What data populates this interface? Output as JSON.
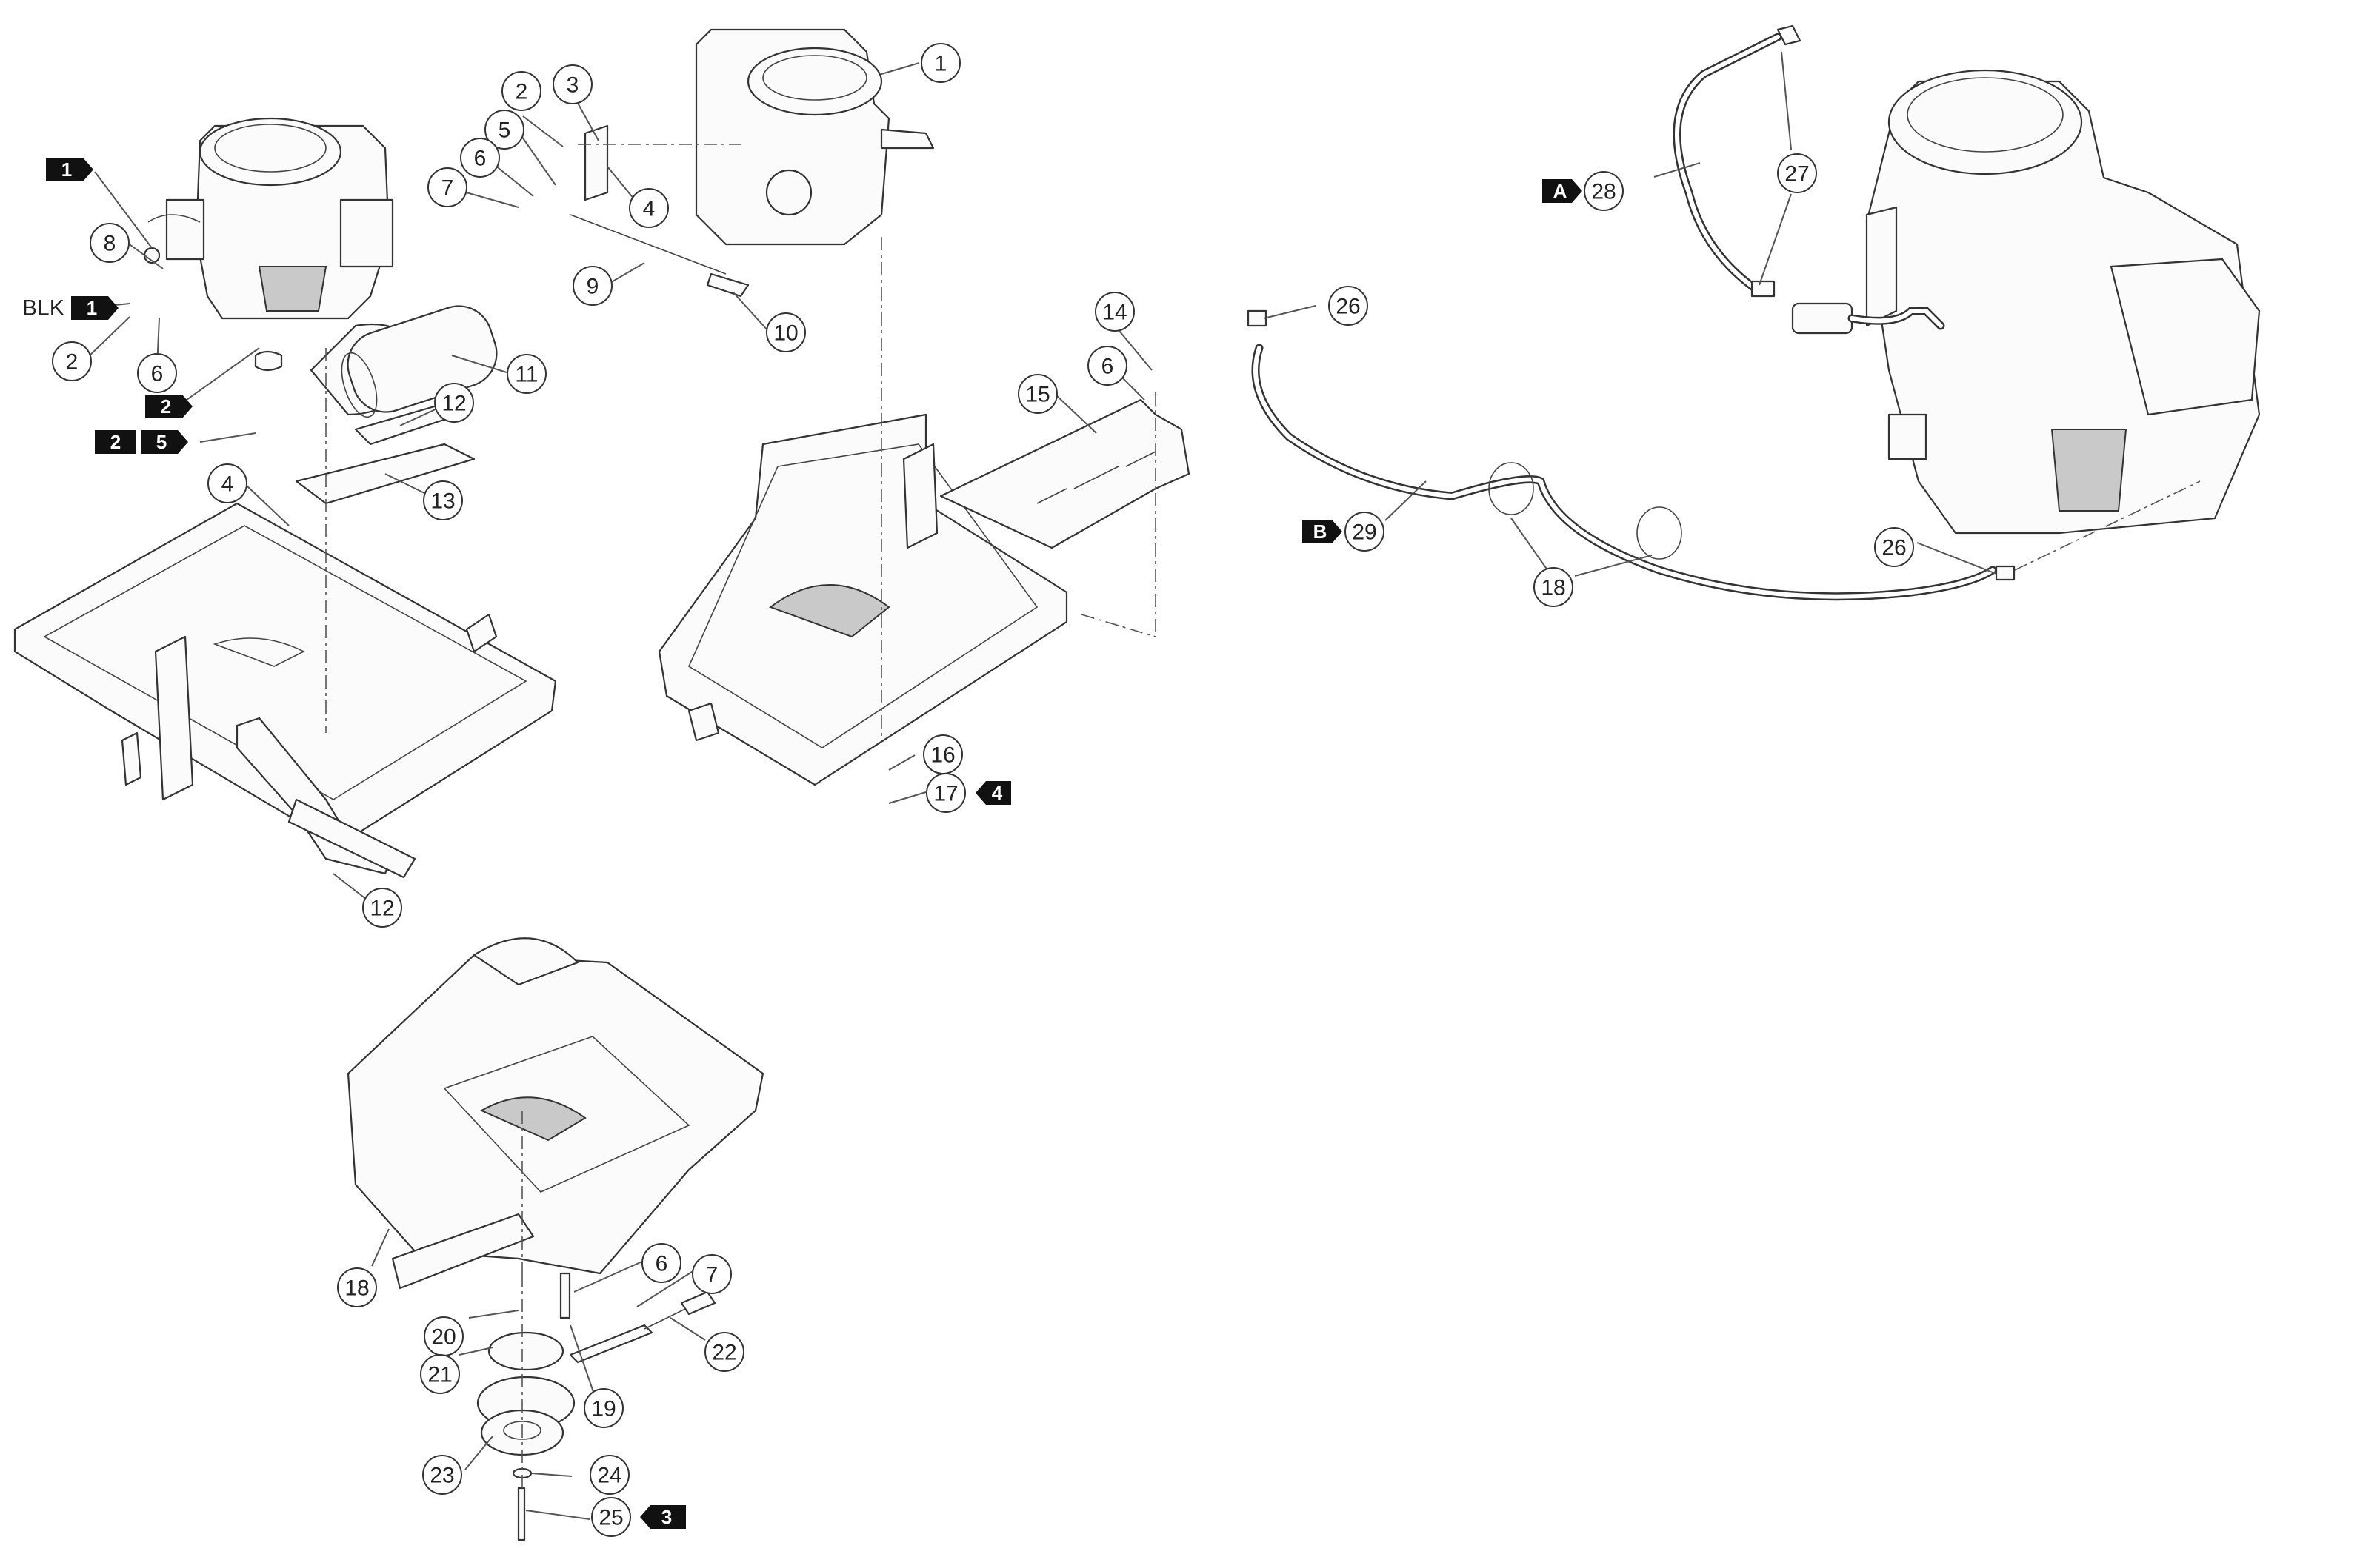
{
  "callouts": {
    "c1": "1",
    "c2a": "2",
    "c3": "3",
    "c4a": "4",
    "c5a": "5",
    "c6a": "6",
    "c7a": "7",
    "c8": "8",
    "c9": "9",
    "c10": "10",
    "c11": "11",
    "c12a": "12",
    "c13": "13",
    "c4b": "4",
    "c2b": "2",
    "c6b": "6",
    "c12b": "12",
    "c14": "14",
    "c6c": "6",
    "c15": "15",
    "c16": "16",
    "c17": "17",
    "c26a": "26",
    "c26b": "26",
    "c27": "27",
    "c28": "28",
    "c29": "29",
    "c18a": "18",
    "c18b": "18",
    "c20": "20",
    "c21": "21",
    "c19": "19",
    "c22": "22",
    "c6d": "6",
    "c7b": "7",
    "c23": "23",
    "c24": "24",
    "c25": "25"
  },
  "tags": {
    "t1a": "1",
    "t1b": "1",
    "t2a": "2",
    "t2b": "2",
    "t5": "5",
    "t4": "4",
    "t3": "3",
    "tA": "A",
    "tB": "B"
  },
  "labels": {
    "blk": "BLK"
  }
}
